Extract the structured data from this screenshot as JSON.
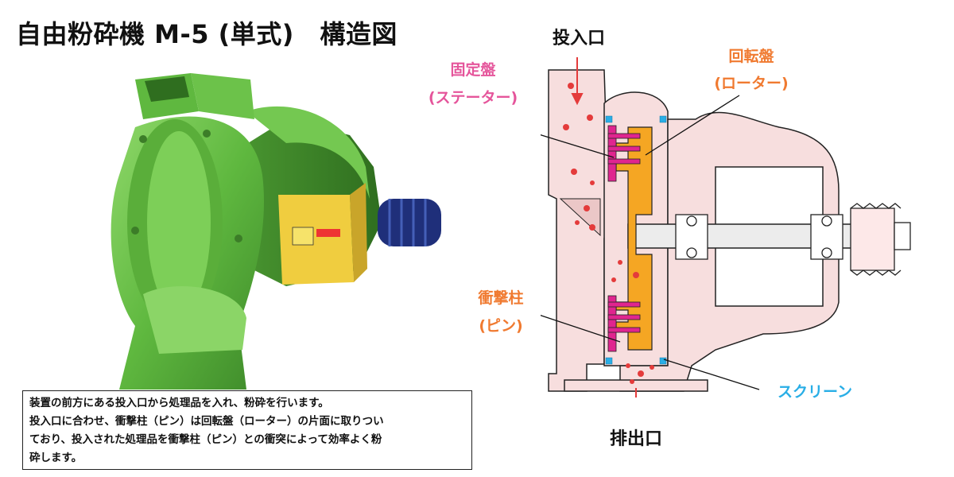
{
  "title": "自由粉砕機 M-5 (単式)　構造図",
  "description": [
    "装置の前方にある投入口から処理品を入れ、粉砕を行います。",
    "投入口に合わせ、衝撃柱（ピン）は回転盤（ローター）の片面に取りつい",
    "ており、投入された処理品を衝撃柱（ピン）との衝突によって効率よく粉",
    "砕します。"
  ],
  "labels": {
    "inlet": "投入口",
    "outlet": "排出口",
    "stator_1": "固定盤",
    "stator_2": "(ステーター)",
    "rotor_1": "回転盤",
    "rotor_2": "(ローター)",
    "pin_1": "衝撃柱",
    "pin_2": "(ピン)",
    "screen": "スクリーン"
  },
  "colors": {
    "machine_green": "#6cc24a",
    "casing": "#f7dede",
    "casing_outline": "#222222",
    "stator": "#e0258f",
    "rotor": "#f5a623",
    "screen": "#29aee6",
    "particles": "#e43b3b",
    "arrow": "#e43b3b"
  }
}
